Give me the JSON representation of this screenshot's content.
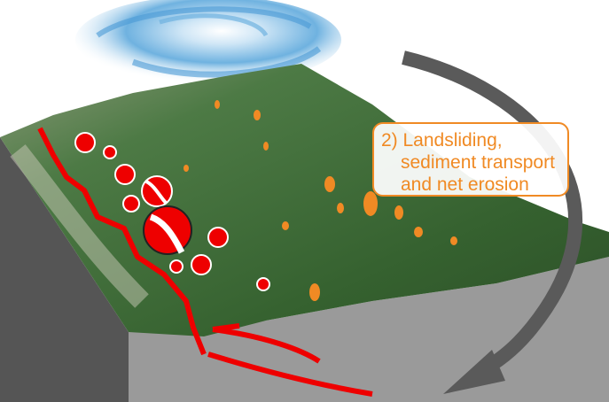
{
  "label": {
    "lines": [
      "2) Landsliding,",
      "sediment transport",
      "and net erosion"
    ]
  },
  "colors": {
    "label_orange": "#f08a24",
    "fault_red": "#ee0000",
    "arrow_gray": "#5a5a5a",
    "block_front": "#9a9a9a",
    "block_side": "#555555",
    "terrain_green": "#3e6a3a",
    "landslide_orange": "#f08a24",
    "swirl_blue": "#5ea9dc"
  }
}
